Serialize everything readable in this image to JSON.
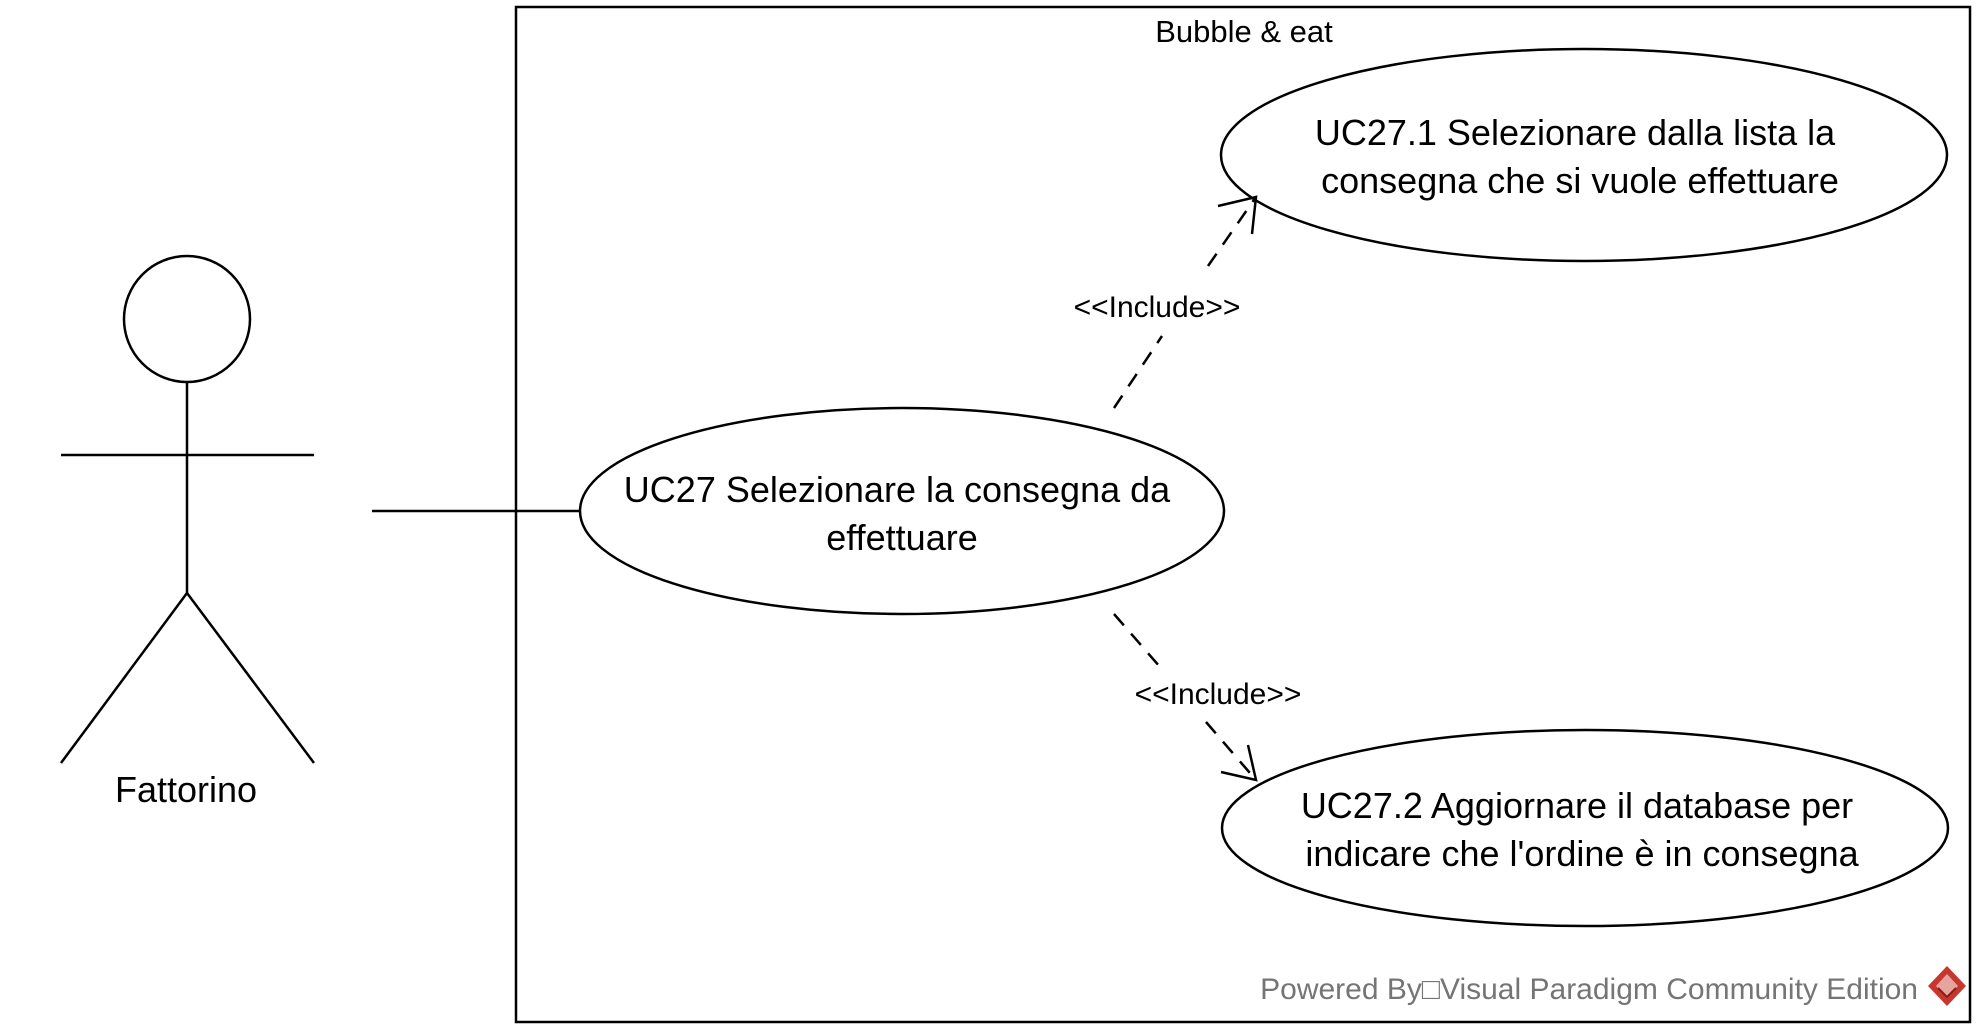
{
  "system": {
    "title": "Bubble & eat"
  },
  "actor": {
    "name": "Fattorino"
  },
  "use_cases": {
    "main": {
      "line1": "UC27 Selezionare la consegna da",
      "line2": "effettuare"
    },
    "sub1": {
      "line1": "UC27.1 Selezionare dalla lista la",
      "line2": "consegna che si vuole effettuare"
    },
    "sub2": {
      "line1": "UC27.2 Aggiornare il database per",
      "line2": "indicare che l'ordine è in consegna"
    }
  },
  "relationships": {
    "include_top": "<<Include>>",
    "include_bottom": "<<Include>>"
  },
  "watermark": {
    "text": "Powered By□Visual Paradigm Community Edition",
    "logo": "visual-paradigm-logo-icon",
    "color": "#757575"
  }
}
